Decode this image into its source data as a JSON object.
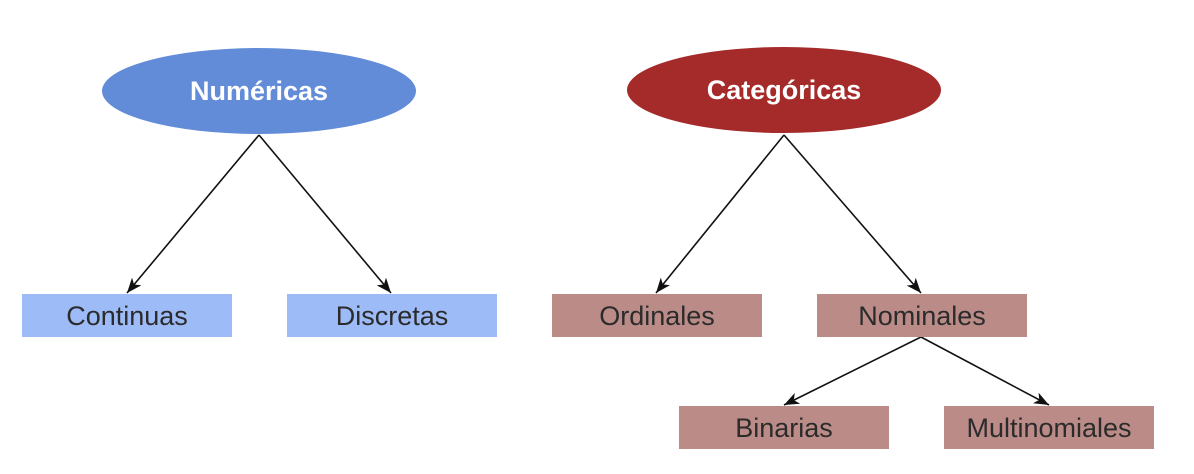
{
  "colors": {
    "numeric_root": "#628bd8",
    "numeric_leaf": "#9dbbf7",
    "categorical_root": "#a52a2a",
    "categorical_leaf": "#bb8b88",
    "edge": "#111111",
    "root_text": "#ffffff",
    "leaf_text": "#2b2b2b"
  },
  "nodes": {
    "numericas": "Numéricas",
    "categoricas": "Categóricas",
    "continuas": "Continuas",
    "discretas": "Discretas",
    "ordinales": "Ordinales",
    "nominales": "Nominales",
    "binarias": "Binarias",
    "multinomiales": "Multinomiales"
  }
}
